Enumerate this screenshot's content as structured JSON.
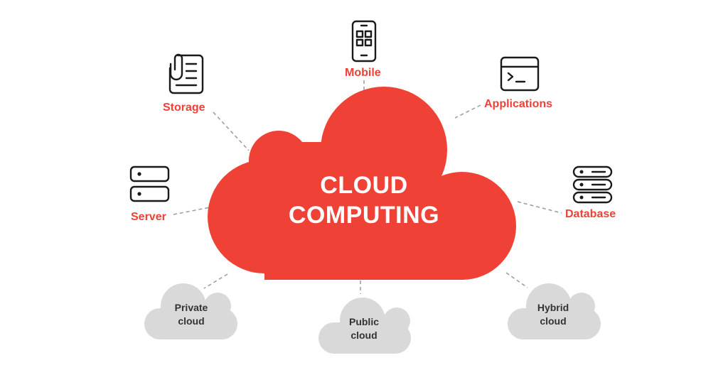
{
  "center": {
    "title_line1": "CLOUD",
    "title_line2": "COMPUTING"
  },
  "nodes": {
    "mobile": "Mobile",
    "applications": "Applications",
    "storage": "Storage",
    "server": "Server",
    "database": "Database"
  },
  "sub_clouds": {
    "private_line1": "Private",
    "private_line2": "cloud",
    "public_line1": "Public",
    "public_line2": "cloud",
    "hybrid_line1": "Hybrid",
    "hybrid_line2": "cloud"
  },
  "colors": {
    "accent": "#ef4136",
    "icon_stroke": "#1a1a1a",
    "sub_cloud": "#d9d9d9",
    "connector": "#9a9a9a"
  }
}
